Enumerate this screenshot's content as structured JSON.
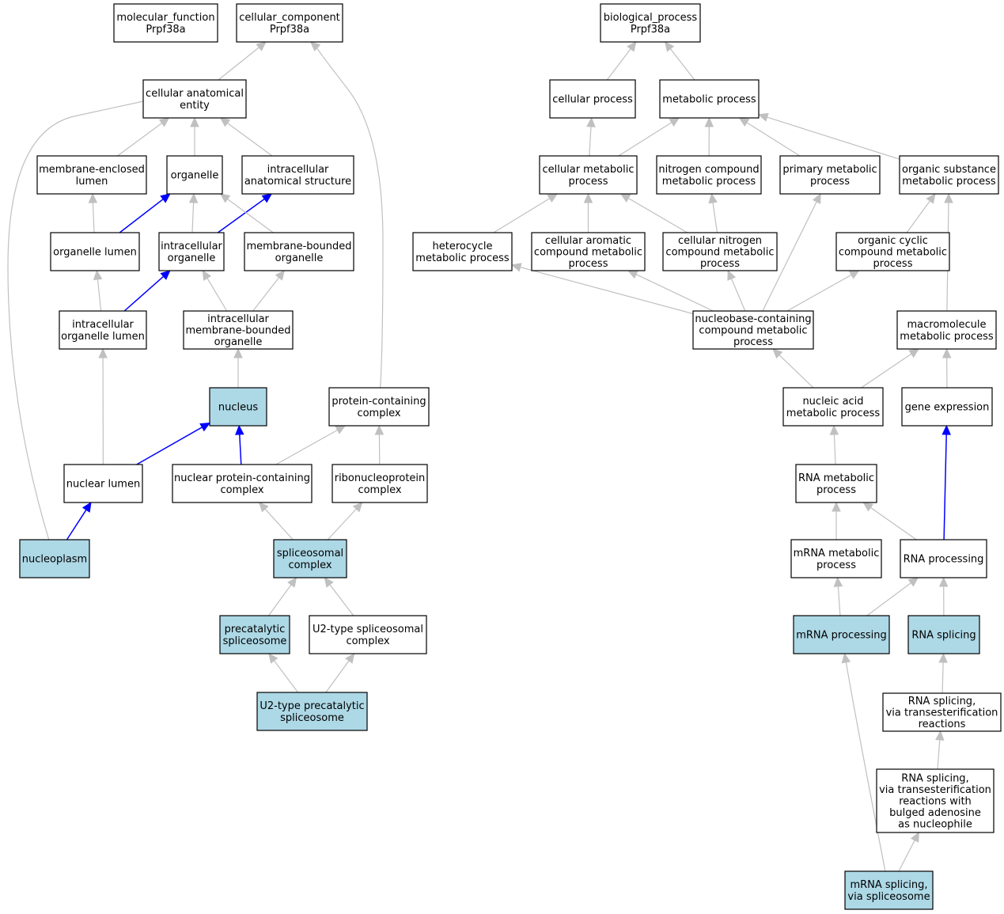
{
  "colors": {
    "highlight_fill": "#add8e6",
    "node_fill": "#ffffff",
    "edge_default": "#c0c0c0",
    "edge_highlight": "#0000ff"
  },
  "nodes": [
    {
      "id": "mf_root",
      "lines": [
        "molecular_function",
        "Prpf38a"
      ],
      "highlight": false
    },
    {
      "id": "cc_root",
      "lines": [
        "cellular_component",
        "Prpf38a"
      ],
      "highlight": false
    },
    {
      "id": "bp_root",
      "lines": [
        "biological_process",
        "Prpf38a"
      ],
      "highlight": false
    },
    {
      "id": "cae",
      "lines": [
        "cellular anatomical",
        "entity"
      ],
      "highlight": false
    },
    {
      "id": "mel",
      "lines": [
        "membrane-enclosed",
        "lumen"
      ],
      "highlight": false
    },
    {
      "id": "organelle",
      "lines": [
        "organelle"
      ],
      "highlight": false
    },
    {
      "id": "ias",
      "lines": [
        "intracellular",
        "anatomical structure"
      ],
      "highlight": false
    },
    {
      "id": "olumen",
      "lines": [
        "organelle lumen"
      ],
      "highlight": false
    },
    {
      "id": "iorg",
      "lines": [
        "intracellular",
        "organelle"
      ],
      "highlight": false
    },
    {
      "id": "mbo",
      "lines": [
        "membrane-bounded",
        "organelle"
      ],
      "highlight": false
    },
    {
      "id": "iol",
      "lines": [
        "intracellular",
        "organelle lumen"
      ],
      "highlight": false
    },
    {
      "id": "imbo",
      "lines": [
        "intracellular",
        "membrane-bounded",
        "organelle"
      ],
      "highlight": false
    },
    {
      "id": "nucleus",
      "lines": [
        "nucleus"
      ],
      "highlight": true
    },
    {
      "id": "pcc",
      "lines": [
        "protein-containing",
        "complex"
      ],
      "highlight": false
    },
    {
      "id": "nlumen",
      "lines": [
        "nuclear lumen"
      ],
      "highlight": false
    },
    {
      "id": "npcc",
      "lines": [
        "nuclear protein-containing",
        "complex"
      ],
      "highlight": false
    },
    {
      "id": "rnp",
      "lines": [
        "ribonucleoprotein",
        "complex"
      ],
      "highlight": false
    },
    {
      "id": "nucleoplasm",
      "lines": [
        "nucleoplasm"
      ],
      "highlight": true
    },
    {
      "id": "spliceo",
      "lines": [
        "spliceosomal",
        "complex"
      ],
      "highlight": true
    },
    {
      "id": "precat",
      "lines": [
        "precatalytic",
        "spliceosome"
      ],
      "highlight": true
    },
    {
      "id": "u2",
      "lines": [
        "U2-type spliceosomal",
        "complex"
      ],
      "highlight": false
    },
    {
      "id": "u2precat",
      "lines": [
        "U2-type precatalytic",
        "spliceosome"
      ],
      "highlight": true
    },
    {
      "id": "cproc",
      "lines": [
        "cellular process"
      ],
      "highlight": false
    },
    {
      "id": "mproc",
      "lines": [
        "metabolic process"
      ],
      "highlight": false
    },
    {
      "id": "cmp",
      "lines": [
        "cellular metabolic",
        "process"
      ],
      "highlight": false
    },
    {
      "id": "ncmp",
      "lines": [
        "nitrogen compound",
        "metabolic process"
      ],
      "highlight": false
    },
    {
      "id": "pmp",
      "lines": [
        "primary metabolic",
        "process"
      ],
      "highlight": false
    },
    {
      "id": "osmp",
      "lines": [
        "organic substance",
        "metabolic process"
      ],
      "highlight": false
    },
    {
      "id": "hmp",
      "lines": [
        "heterocycle",
        "metabolic process"
      ],
      "highlight": false
    },
    {
      "id": "cacmp",
      "lines": [
        "cellular aromatic",
        "compound metabolic",
        "process"
      ],
      "highlight": false
    },
    {
      "id": "cncmp",
      "lines": [
        "cellular nitrogen",
        "compound metabolic",
        "process"
      ],
      "highlight": false
    },
    {
      "id": "occmp",
      "lines": [
        "organic cyclic",
        "compound metabolic",
        "process"
      ],
      "highlight": false
    },
    {
      "id": "nbcmp",
      "lines": [
        "nucleobase-containing",
        "compound metabolic",
        "process"
      ],
      "highlight": false
    },
    {
      "id": "macro",
      "lines": [
        "macromolecule",
        "metabolic process"
      ],
      "highlight": false
    },
    {
      "id": "namp",
      "lines": [
        "nucleic acid",
        "metabolic process"
      ],
      "highlight": false
    },
    {
      "id": "gexp",
      "lines": [
        "gene expression"
      ],
      "highlight": false
    },
    {
      "id": "rnamp",
      "lines": [
        "RNA metabolic",
        "process"
      ],
      "highlight": false
    },
    {
      "id": "mrnamp",
      "lines": [
        "mRNA metabolic",
        "process"
      ],
      "highlight": false
    },
    {
      "id": "rnaproc",
      "lines": [
        "RNA processing"
      ],
      "highlight": false
    },
    {
      "id": "mrnaproc",
      "lines": [
        "mRNA processing"
      ],
      "highlight": true
    },
    {
      "id": "rnasplice",
      "lines": [
        "RNA splicing"
      ],
      "highlight": true
    },
    {
      "id": "rnasplice_tr",
      "lines": [
        "RNA splicing,",
        "via transesterification",
        "reactions"
      ],
      "highlight": false
    },
    {
      "id": "rnasplice_ba",
      "lines": [
        "RNA splicing,",
        "via transesterification",
        "reactions with",
        "bulged adenosine",
        "as nucleophile"
      ],
      "highlight": false
    },
    {
      "id": "mrnasplice",
      "lines": [
        "mRNA splicing,",
        "via spliceosome"
      ],
      "highlight": true
    }
  ],
  "edges": [
    {
      "from": "cae",
      "to": "cc_root",
      "highlight": false
    },
    {
      "from": "pcc",
      "to": "cc_root",
      "highlight": false
    },
    {
      "from": "mel",
      "to": "cae",
      "highlight": false
    },
    {
      "from": "organelle",
      "to": "cae",
      "highlight": false
    },
    {
      "from": "ias",
      "to": "cae",
      "highlight": false
    },
    {
      "from": "nucleoplasm",
      "to": "cae",
      "highlight": false
    },
    {
      "from": "olumen",
      "to": "mel",
      "highlight": false
    },
    {
      "from": "olumen",
      "to": "organelle",
      "highlight": true
    },
    {
      "from": "iorg",
      "to": "organelle",
      "highlight": false
    },
    {
      "from": "iorg",
      "to": "ias",
      "highlight": true
    },
    {
      "from": "mbo",
      "to": "organelle",
      "highlight": false
    },
    {
      "from": "iol",
      "to": "olumen",
      "highlight": false
    },
    {
      "from": "iol",
      "to": "iorg",
      "highlight": true
    },
    {
      "from": "imbo",
      "to": "iorg",
      "highlight": false
    },
    {
      "from": "imbo",
      "to": "mbo",
      "highlight": false
    },
    {
      "from": "nucleus",
      "to": "imbo",
      "highlight": false
    },
    {
      "from": "nlumen",
      "to": "iol",
      "highlight": false
    },
    {
      "from": "nlumen",
      "to": "nucleus",
      "highlight": true
    },
    {
      "from": "npcc",
      "to": "nucleus",
      "highlight": true
    },
    {
      "from": "npcc",
      "to": "pcc",
      "highlight": false
    },
    {
      "from": "rnp",
      "to": "pcc",
      "highlight": false
    },
    {
      "from": "nucleoplasm",
      "to": "nlumen",
      "highlight": true
    },
    {
      "from": "spliceo",
      "to": "npcc",
      "highlight": false
    },
    {
      "from": "spliceo",
      "to": "rnp",
      "highlight": false
    },
    {
      "from": "precat",
      "to": "spliceo",
      "highlight": false
    },
    {
      "from": "u2",
      "to": "spliceo",
      "highlight": false
    },
    {
      "from": "u2precat",
      "to": "precat",
      "highlight": false
    },
    {
      "from": "u2precat",
      "to": "u2",
      "highlight": false
    },
    {
      "from": "cproc",
      "to": "bp_root",
      "highlight": false
    },
    {
      "from": "mproc",
      "to": "bp_root",
      "highlight": false
    },
    {
      "from": "cmp",
      "to": "cproc",
      "highlight": false
    },
    {
      "from": "cmp",
      "to": "mproc",
      "highlight": false
    },
    {
      "from": "ncmp",
      "to": "mproc",
      "highlight": false
    },
    {
      "from": "pmp",
      "to": "mproc",
      "highlight": false
    },
    {
      "from": "osmp",
      "to": "mproc",
      "highlight": false
    },
    {
      "from": "hmp",
      "to": "cmp",
      "highlight": false
    },
    {
      "from": "cacmp",
      "to": "cmp",
      "highlight": false
    },
    {
      "from": "cncmp",
      "to": "cmp",
      "highlight": false
    },
    {
      "from": "cncmp",
      "to": "ncmp",
      "highlight": false
    },
    {
      "from": "occmp",
      "to": "osmp",
      "highlight": false
    },
    {
      "from": "nbcmp",
      "to": "hmp",
      "highlight": false
    },
    {
      "from": "nbcmp",
      "to": "cacmp",
      "highlight": false
    },
    {
      "from": "nbcmp",
      "to": "cncmp",
      "highlight": false
    },
    {
      "from": "nbcmp",
      "to": "occmp",
      "highlight": false
    },
    {
      "from": "nbcmp",
      "to": "pmp",
      "highlight": false
    },
    {
      "from": "macro",
      "to": "osmp",
      "highlight": false
    },
    {
      "from": "namp",
      "to": "nbcmp",
      "highlight": false
    },
    {
      "from": "namp",
      "to": "macro",
      "highlight": false
    },
    {
      "from": "gexp",
      "to": "macro",
      "highlight": false
    },
    {
      "from": "rnamp",
      "to": "namp",
      "highlight": false
    },
    {
      "from": "mrnamp",
      "to": "rnamp",
      "highlight": false
    },
    {
      "from": "rnaproc",
      "to": "rnamp",
      "highlight": false
    },
    {
      "from": "rnaproc",
      "to": "gexp",
      "highlight": true
    },
    {
      "from": "mrnaproc",
      "to": "mrnamp",
      "highlight": false
    },
    {
      "from": "mrnaproc",
      "to": "rnaproc",
      "highlight": false
    },
    {
      "from": "rnasplice",
      "to": "rnaproc",
      "highlight": false
    },
    {
      "from": "rnasplice_tr",
      "to": "rnasplice",
      "highlight": false
    },
    {
      "from": "rnasplice_ba",
      "to": "rnasplice_tr",
      "highlight": false
    },
    {
      "from": "mrnasplice",
      "to": "rnasplice_ba",
      "highlight": false
    },
    {
      "from": "mrnasplice",
      "to": "mrnaproc",
      "highlight": false
    }
  ]
}
